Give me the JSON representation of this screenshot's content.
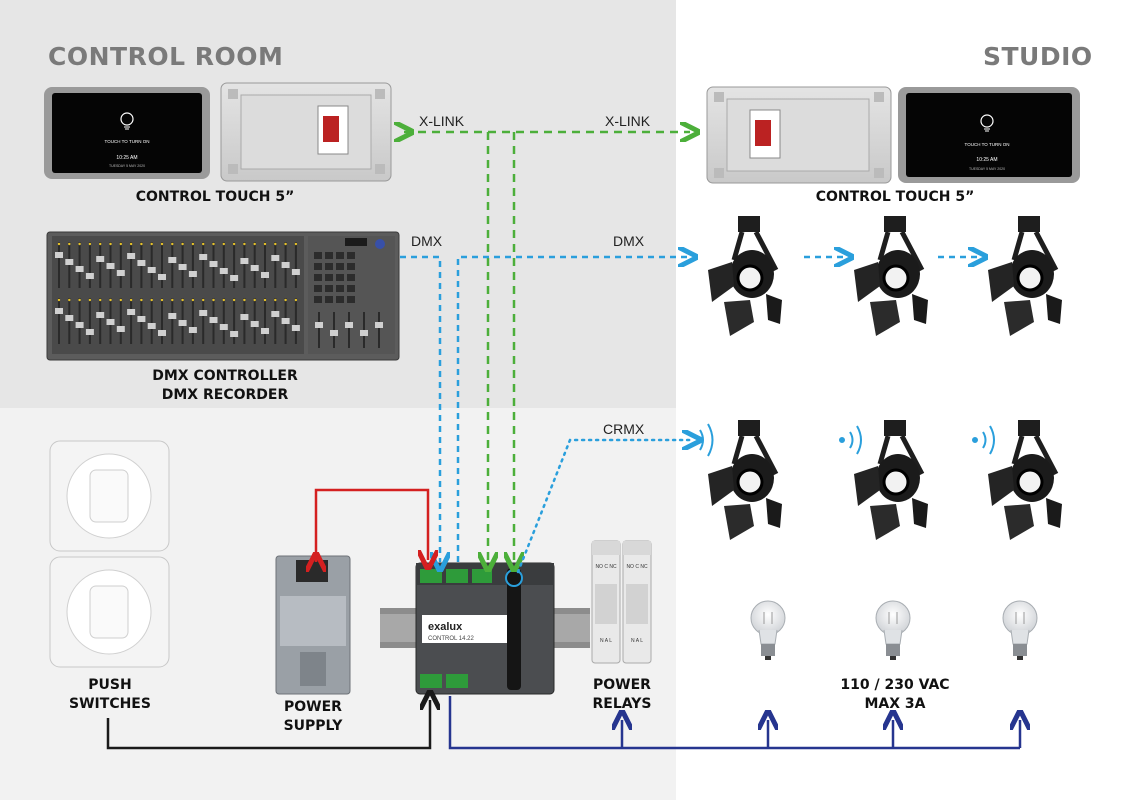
{
  "zones": {
    "control_room": "CONTROL ROOM",
    "studio": "STUDIO"
  },
  "devices": {
    "touch_left": {
      "screen_prompt": "TOUCH TO TURN ON",
      "time": "10:25 AM",
      "date": "TUESDAY 5 MAY 2020",
      "caption": "CONTROL TOUCH 5”"
    },
    "touch_right": {
      "screen_prompt": "TOUCH TO TURN ON",
      "time": "10:25 AM",
      "date": "TUESDAY 5 MAY 2020",
      "caption": "CONTROL TOUCH 5”"
    },
    "dmx_console": {
      "caption_line1": "DMX CONTROLLER",
      "caption_line2": "DMX RECORDER"
    },
    "push_switches": {
      "caption_line1": "PUSH",
      "caption_line2": "SWITCHES"
    },
    "power_supply": {
      "caption_line1": "POWER",
      "caption_line2": "SUPPLY"
    },
    "controller": {
      "brand": "exalux",
      "model": "CONTROL 14.22"
    },
    "power_relays": {
      "caption_line1": "POWER",
      "caption_line2": "RELAYS",
      "relay_label": "NO C NC",
      "relay_bottom": "N A L"
    },
    "bulbs": {
      "caption_line1": "110 / 230 VAC",
      "caption_line2": "MAX 3A"
    }
  },
  "links": {
    "xlink_left": "X-LINK",
    "xlink_right": "X-LINK",
    "dmx_left": "DMX",
    "dmx_right": "DMX",
    "crmx": "CRMX"
  },
  "colors": {
    "control_room_bg": "#e6e6e6",
    "bottom_left_bg": "#f2f2f2",
    "xlink": "#4caf3a",
    "dmx": "#2a9fdc",
    "crmx": "#2a9fdc",
    "power": "#d42020",
    "switch_wire": "#1a1a1a",
    "mains": "#26358f"
  }
}
